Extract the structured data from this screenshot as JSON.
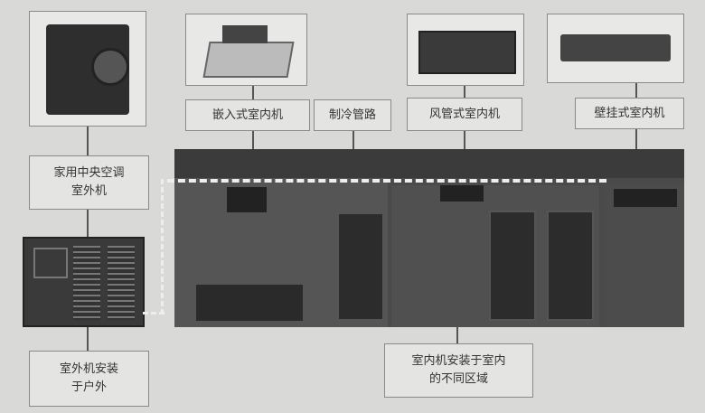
{
  "labels": {
    "outdoor_unit": "家用中央空调\n室外机",
    "outdoor_install": "室外机安装\n于户外",
    "cassette": "嵌入式室内机",
    "pipe": "制冷管路",
    "duct": "风管式室内机",
    "wall": "壁挂式室内机",
    "indoor_install": "室内机安装于室内\n的不同区域"
  }
}
